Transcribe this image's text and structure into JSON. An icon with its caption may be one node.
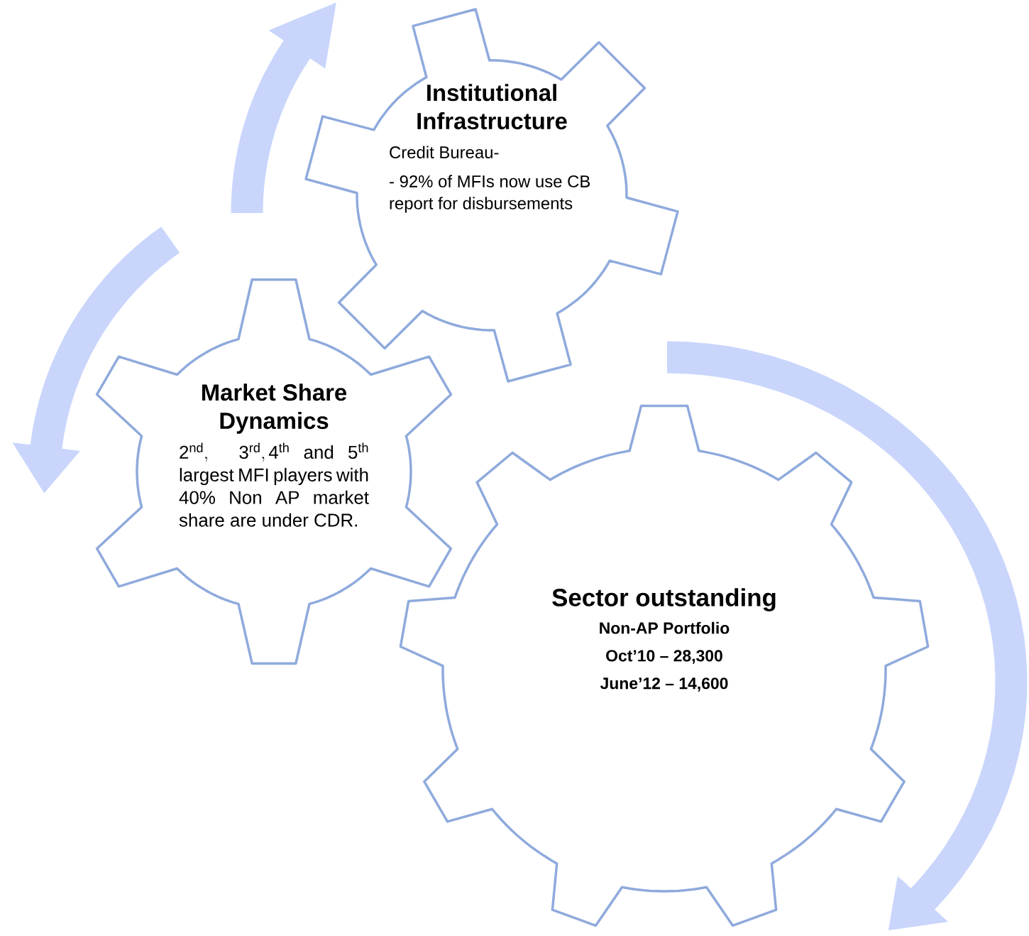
{
  "diagram": {
    "nodes": [
      {
        "text": [
          "Institutional Infrastructure",
          "Credit Bureau-",
          "- 92% of MFIs now use CB report for disbursements"
        ]
      },
      {
        "text": [
          "Market Share Dynamics",
          "\\mathrm{2}^{\\mathrm{nd}},\\ \\ \\mathrm{3}^{\\mathrm{rd}},\\mathrm{4}^{\\mathrm{th}}",
          "and 5",
          "\\mathrm{}^{\\mathrm{th}}",
          "largest MFI players with 40% Non AP market share are under CDR."
        ]
      },
      {
        "text": [
          "Sector outstanding",
          "Non-AP Portfolio",
          "Oct’10 – 28,300",
          "June’12 – 14,600"
        ]
      }
    ]
  }
}
